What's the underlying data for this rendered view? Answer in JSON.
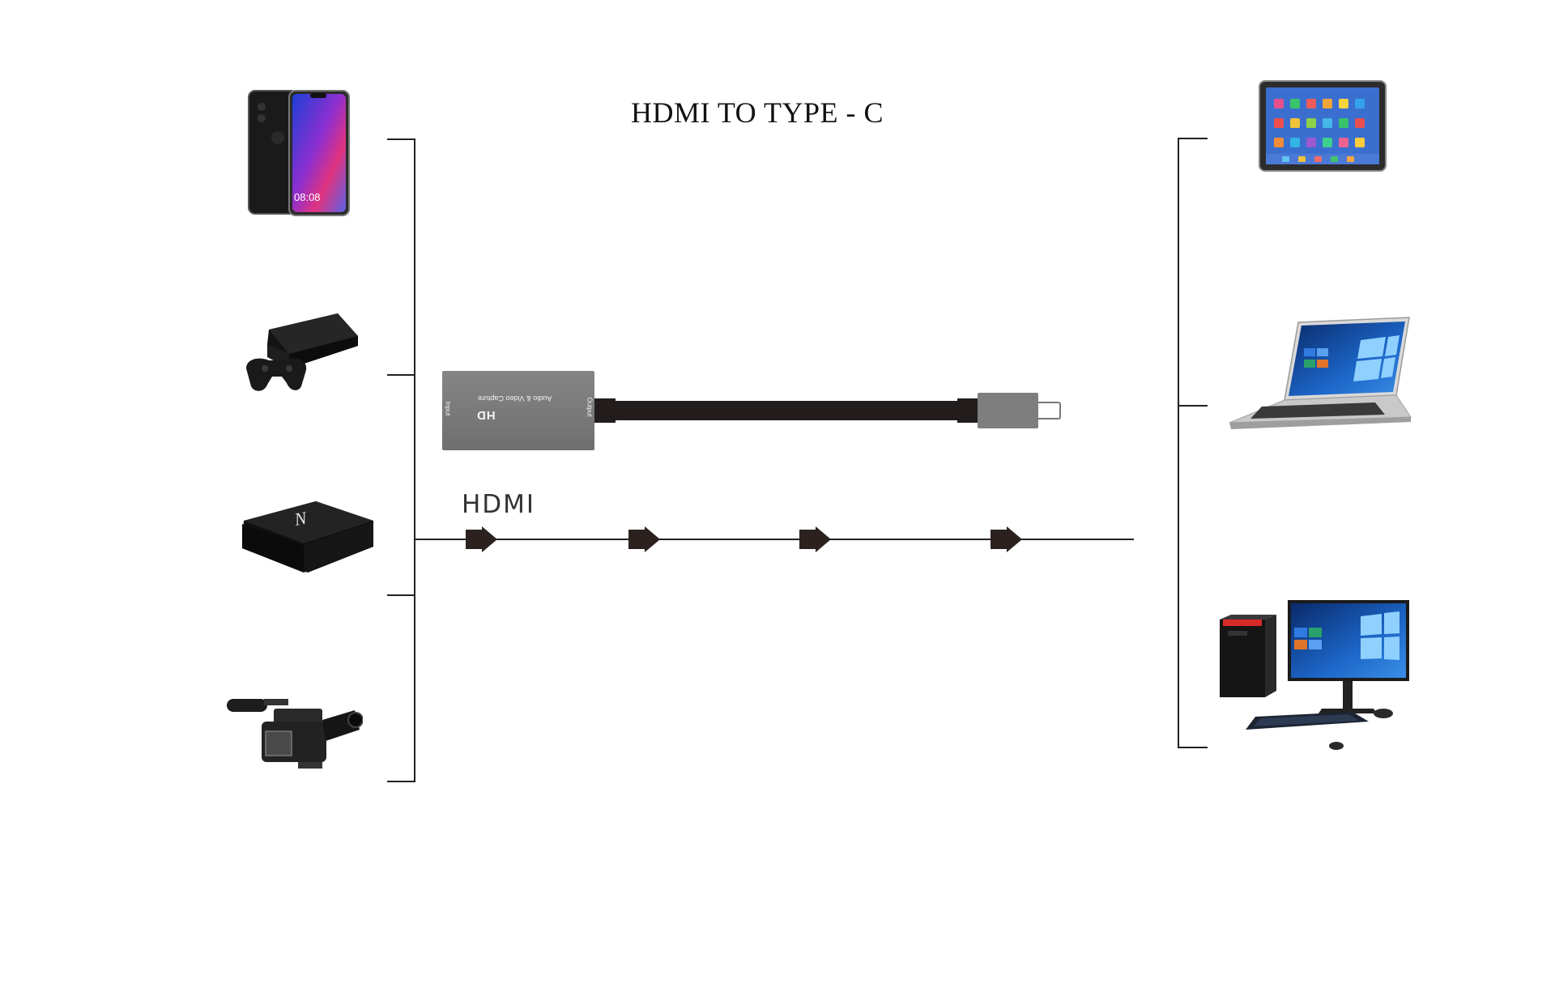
{
  "diagram": {
    "title": "HDMI TO TYPE - C",
    "signal_label": "HDMI"
  },
  "adapter": {
    "brand": "HD",
    "description": "Audio & Video Capture",
    "input_label": "Input",
    "output_label": "Output"
  },
  "source_devices": [
    "smartphone",
    "game-console",
    "tv-box",
    "camcorder"
  ],
  "output_devices": [
    "tablet",
    "laptop",
    "desktop-computer"
  ],
  "colors": {
    "line": "#222222",
    "arrow": "#2b2220",
    "adapter": "#7a7a7a",
    "cable": "#221c1c"
  }
}
